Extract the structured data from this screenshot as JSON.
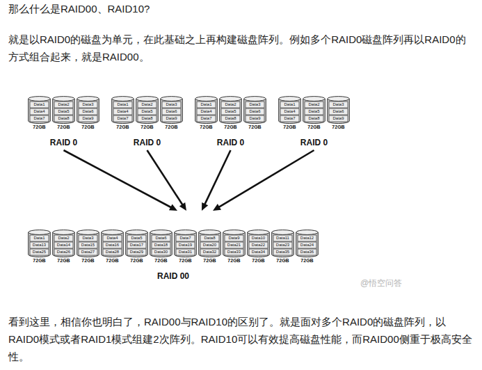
{
  "diagram": {
    "title": "那么什么是RAID00、RAID10?",
    "nodes": [
      {
        "text": [
          "RAID 0"
        ]
      },
      {
        "text": [
          "Data1",
          "Data4",
          "Data7",
          "72GB"
        ],
        "in": 0
      },
      {
        "text": [
          "Data2",
          "Data5",
          "Data8",
          "72GB"
        ],
        "in": 0
      },
      {
        "text": [
          "Data3",
          "Data6",
          "Data9",
          "72GB"
        ],
        "in": 0
      },
      {
        "text": [
          "RAID 0"
        ]
      },
      {
        "text": [
          "Data1",
          "Data4",
          "Data7",
          "72GB"
        ],
        "in": 4
      },
      {
        "text": [
          "Data2",
          "Data5",
          "Data8",
          "72GB"
        ],
        "in": 4
      },
      {
        "text": [
          "Data3",
          "Data6",
          "Data9",
          "72GB"
        ],
        "in": 4
      },
      {
        "text": [
          "RAID 0"
        ]
      },
      {
        "text": [
          "Data1",
          "Data4",
          "Data7",
          "72GB"
        ],
        "in": 8
      },
      {
        "text": [
          "Data2",
          "Data5",
          "Data8",
          "72GB"
        ],
        "in": 8
      },
      {
        "text": [
          "Data3",
          "Data6",
          "Data9",
          "72GB"
        ],
        "in": 8
      },
      {
        "text": [
          "RAID 0"
        ]
      },
      {
        "text": [
          "Data1",
          "Data4",
          "Data7",
          "72GB"
        ],
        "in": 12
      },
      {
        "text": [
          "Data2",
          "Data5",
          "Data8",
          "72GB"
        ],
        "in": 12
      },
      {
        "text": [
          "Data3",
          "Data6",
          "Data9",
          "72GB"
        ],
        "in": 12
      },
      {
        "text": [
          "RAID 00"
        ]
      },
      {
        "text": [
          "Data1",
          "Data13",
          "Data25",
          "72GB"
        ],
        "in": 16
      },
      {
        "text": [
          "Data2",
          "Data14",
          "Data26",
          "72GB"
        ],
        "in": 16
      },
      {
        "text": [
          "Data3",
          "Data15",
          "Data27",
          "72GB"
        ],
        "in": 16
      },
      {
        "text": [
          "Data4",
          "Data16",
          "Data28",
          "72GB"
        ],
        "in": 16
      },
      {
        "text": [
          "Data5",
          "Data17",
          "Data29",
          "72GB"
        ],
        "in": 16
      },
      {
        "text": [
          "Data6",
          "Data18",
          "Data30",
          "72GB"
        ],
        "in": 16
      },
      {
        "text": [
          "Data7",
          "Data19",
          "Data31",
          "72GB"
        ],
        "in": 16
      },
      {
        "text": [
          "Data8",
          "Data20",
          "Data32",
          "72GB"
        ],
        "in": 16
      },
      {
        "text": [
          "Data9",
          "Data21",
          "Data33",
          "72GB"
        ],
        "in": 16
      },
      {
        "text": [
          "Data10",
          "Data22",
          "Data34",
          "72GB"
        ],
        "in": 16
      },
      {
        "text": [
          "Data11",
          "Data23",
          "Data35",
          "72GB"
        ],
        "in": 16
      },
      {
        "text": [
          "Data12",
          "Data24",
          "Data36",
          "72GB"
        ],
        "in": 16
      }
    ],
    "edges": [
      {
        "from": 0,
        "to": 16,
        "arrow": "to"
      },
      {
        "from": 4,
        "to": 16,
        "arrow": "to"
      },
      {
        "from": 8,
        "to": 16,
        "arrow": "to"
      },
      {
        "from": 12,
        "to": 16,
        "arrow": "to"
      }
    ],
    "labels": [
      "就是以RAID0的磁盘为单元，在此基础之上再构建磁盘阵列。例如多个RAID0磁盘阵列再以RAID0的方式组合起来，就是RAID00。",
      "看到这里，相信你也明白了，RAID00与RAID10的区别了。就是面对多个RAID0的磁盘阵列，以RAID0模式或者RAID1模式组建2次阵列。RAID10可以有效提高磁盘性能，而RAID00侧重于极高安全性。",
      "@悟空问答"
    ]
  }
}
